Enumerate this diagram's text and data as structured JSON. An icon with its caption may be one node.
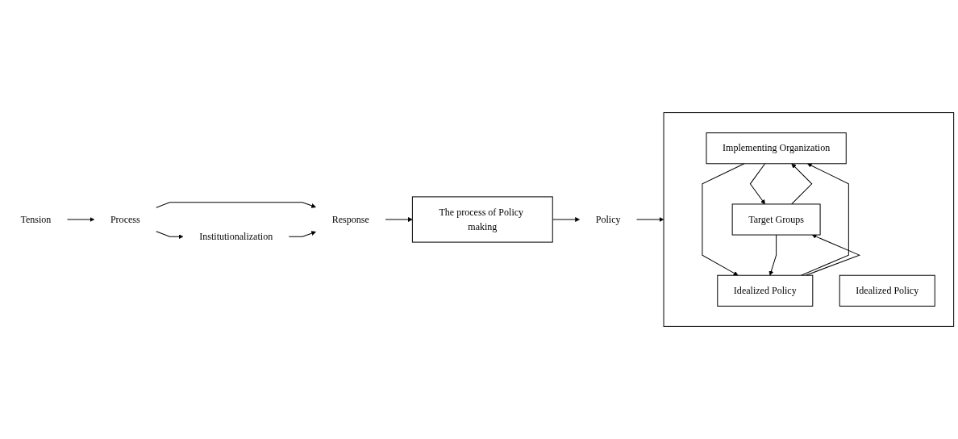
{
  "diagram": {
    "nodes": [
      {
        "text": [
          "The process of Policy making"
        ]
      },
      {
        "text": [
          "Policy"
        ]
      },
      {
        "text": [],
        "shape": "box"
      },
      {
        "text": [
          "Implementing Organization"
        ],
        "in": 2
      },
      {
        "text": [
          "Target Groups"
        ],
        "in": 2
      },
      {
        "text": [
          "Idealized Policy"
        ],
        "in": 2
      },
      {
        "text": [
          "Idealized Policy"
        ],
        "in": 2
      },
      {
        "text": [
          "Tension"
        ]
      },
      {
        "text": [
          "Process"
        ]
      },
      {
        "text": [
          "Institutionalization"
        ]
      },
      {
        "text": [
          "Response"
        ]
      }
    ],
    "edges": [
      {
        "from": 0,
        "to": 1,
        "arrow": "to"
      },
      {
        "from": 1,
        "to": 2,
        "arrow": "to"
      },
      {
        "from": 3,
        "to": 4,
        "arrow": "to"
      },
      {
        "from": 4,
        "to": 3,
        "arrow": "to"
      },
      {
        "from": 3,
        "to": 6,
        "arrow": "to"
      },
      {
        "from": 6,
        "to": 3,
        "arrow": "to"
      },
      {
        "from": 4,
        "to": 6,
        "arrow": "to"
      },
      {
        "from": 6,
        "to": 4,
        "arrow": "to"
      },
      {
        "from": 7,
        "to": 8,
        "arrow": "to"
      },
      {
        "from": 8,
        "to": 10,
        "arrow": "to"
      },
      {
        "from": 8,
        "to": 9,
        "arrow": "to"
      },
      {
        "from": 9,
        "to": 10,
        "arrow": "to"
      },
      {
        "from": 10,
        "to": 0,
        "arrow": "to"
      }
    ]
  }
}
